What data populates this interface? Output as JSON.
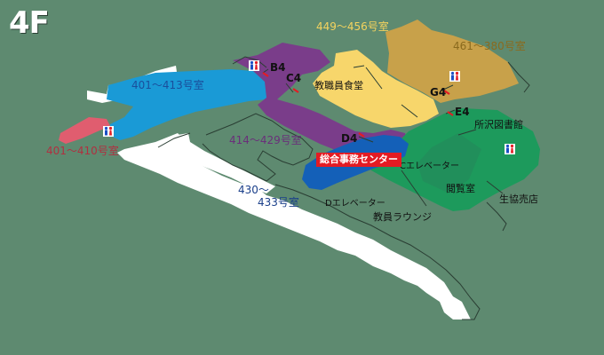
{
  "floor": "4F",
  "rooms": {
    "r401_413": "401～413号室",
    "r401_410": "401～410号室",
    "r414_429": "414～429号室",
    "r430_433_a": "430～",
    "r430_433_b": "433号室",
    "r449_456": "449～456号室",
    "r461_380": "461～380号室"
  },
  "facilities": {
    "staff_cafeteria": "教職員食堂",
    "library": "所沢図書館",
    "reading_room": "閲覧室",
    "coop_store": "生協売店",
    "staff_lounge": "教員ラウンジ",
    "general_office": "総合事務センター",
    "elevator_c": "Cエレベーター",
    "elevator_d": "Dエレベーター"
  },
  "stairs": {
    "b4": "B4",
    "c4": "C4",
    "d4": "D4",
    "g4": "G4",
    "e4": "E4"
  },
  "colors": {
    "background": "#5e8a70",
    "blue_zone": "#1a9ad6",
    "red_zone": "#e05d6f",
    "purple_zone": "#7a3d8a",
    "yellow_zone": "#f7d66b",
    "ochre_zone": "#c8a14a",
    "green_zone": "#1d9a5c",
    "office_blue": "#1460b8",
    "badge_red": "#e41b23",
    "corridor_white": "#ffffff"
  },
  "icons": [
    "restroom-icon"
  ]
}
